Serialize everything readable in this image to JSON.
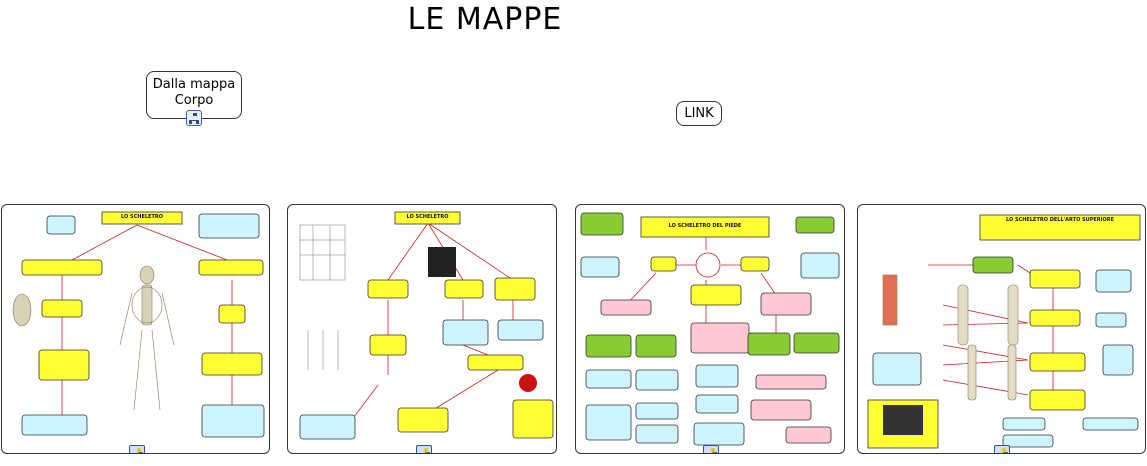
{
  "page": {
    "title": "LE MAPPE"
  },
  "links": {
    "corpo": {
      "line1": "Dalla mappa",
      "line2": "Corpo",
      "icon": "map-link-icon"
    },
    "link": {
      "label": "LINK"
    }
  },
  "thumbnails": [
    {
      "title": "LO SCHELETRO",
      "icon": "image-icon"
    },
    {
      "title": "LO SCHELETRO",
      "icon": "image-icon"
    },
    {
      "title": "LO SCHELETRO DEL PIEDE",
      "icon": "image-icon"
    },
    {
      "title": "LO SCHELETRO DELL'ARTO SUPERIORE",
      "icon": "image-icon"
    }
  ],
  "colors": {
    "yellow": "#ffff33",
    "cyan": "#ccf5ff",
    "green": "#88cc33",
    "pink": "#ffc8d2",
    "border": "#333333"
  }
}
